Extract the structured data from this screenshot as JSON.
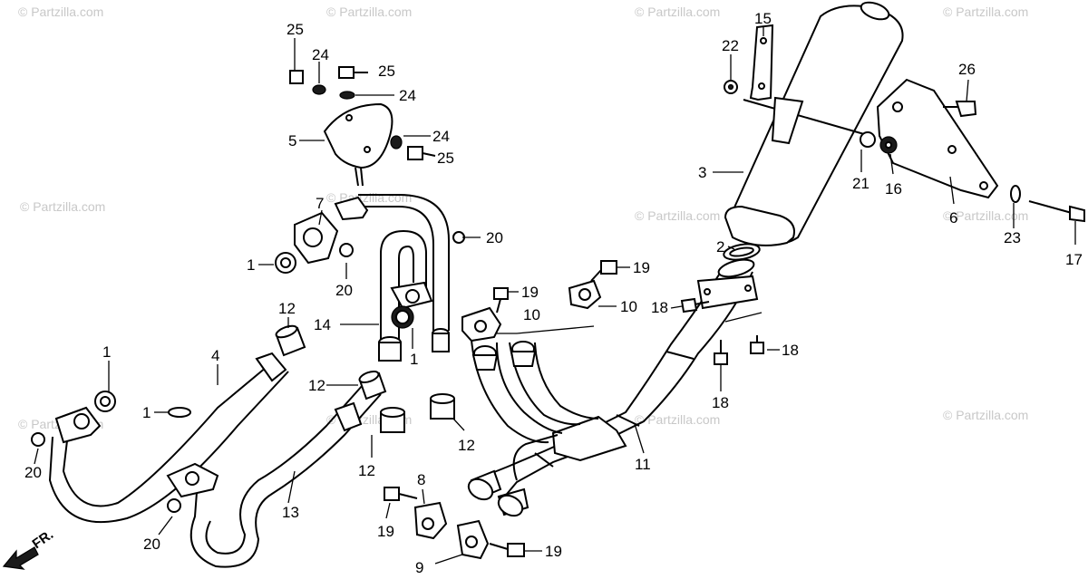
{
  "watermarks": [
    "© Partzilla.com",
    "© Partzilla.com",
    "© Partzilla.com",
    "© Partzilla.com",
    "© Partzilla.com",
    "© Partzilla.com",
    "© Partzilla.com",
    "© Partzilla.com",
    "© Partzilla.com",
    "© Partzilla.com",
    "© Partzilla.com",
    "© Partzilla.com"
  ],
  "direction_marker": "FR.",
  "callouts": {
    "c1a": "1",
    "c1b": "1",
    "c1c": "1",
    "c1d": "1",
    "c2": "2",
    "c3": "3",
    "c4": "4",
    "c5": "5",
    "c6": "6",
    "c7": "7",
    "c8a": "8",
    "c9": "9",
    "c10a": "10",
    "c10b": "10",
    "c11": "11",
    "c12a": "12",
    "c12b": "12",
    "c12c": "12",
    "c12d": "12",
    "c13": "13",
    "c14": "14",
    "c15": "15",
    "c16": "16",
    "c17": "17",
    "c18a": "18",
    "c18b": "18",
    "c18c": "18",
    "c19a": "19",
    "c19b": "19",
    "c19c": "19",
    "c19d": "19",
    "c20a": "20",
    "c20b": "20",
    "c20c": "20",
    "c20d": "20",
    "c21": "21",
    "c22": "22",
    "c23": "23",
    "c24a": "24",
    "c24b": "24",
    "c24c": "24",
    "c25a": "25",
    "c25b": "25",
    "c25c": "25",
    "c26": "26"
  }
}
